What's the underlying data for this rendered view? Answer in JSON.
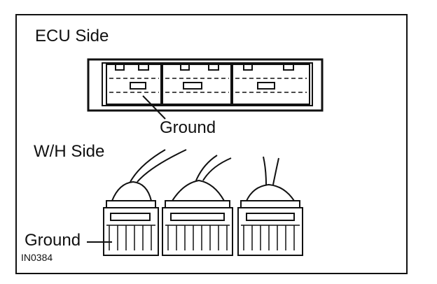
{
  "figure": {
    "ecu_side_label": "ECU Side",
    "ecu_ground_label": "Ground",
    "wh_side_label": "W/H Side",
    "wh_ground_label": "Ground",
    "figure_code": "IN0384"
  },
  "colors": {
    "line": "#111111",
    "background": "#ffffff"
  }
}
